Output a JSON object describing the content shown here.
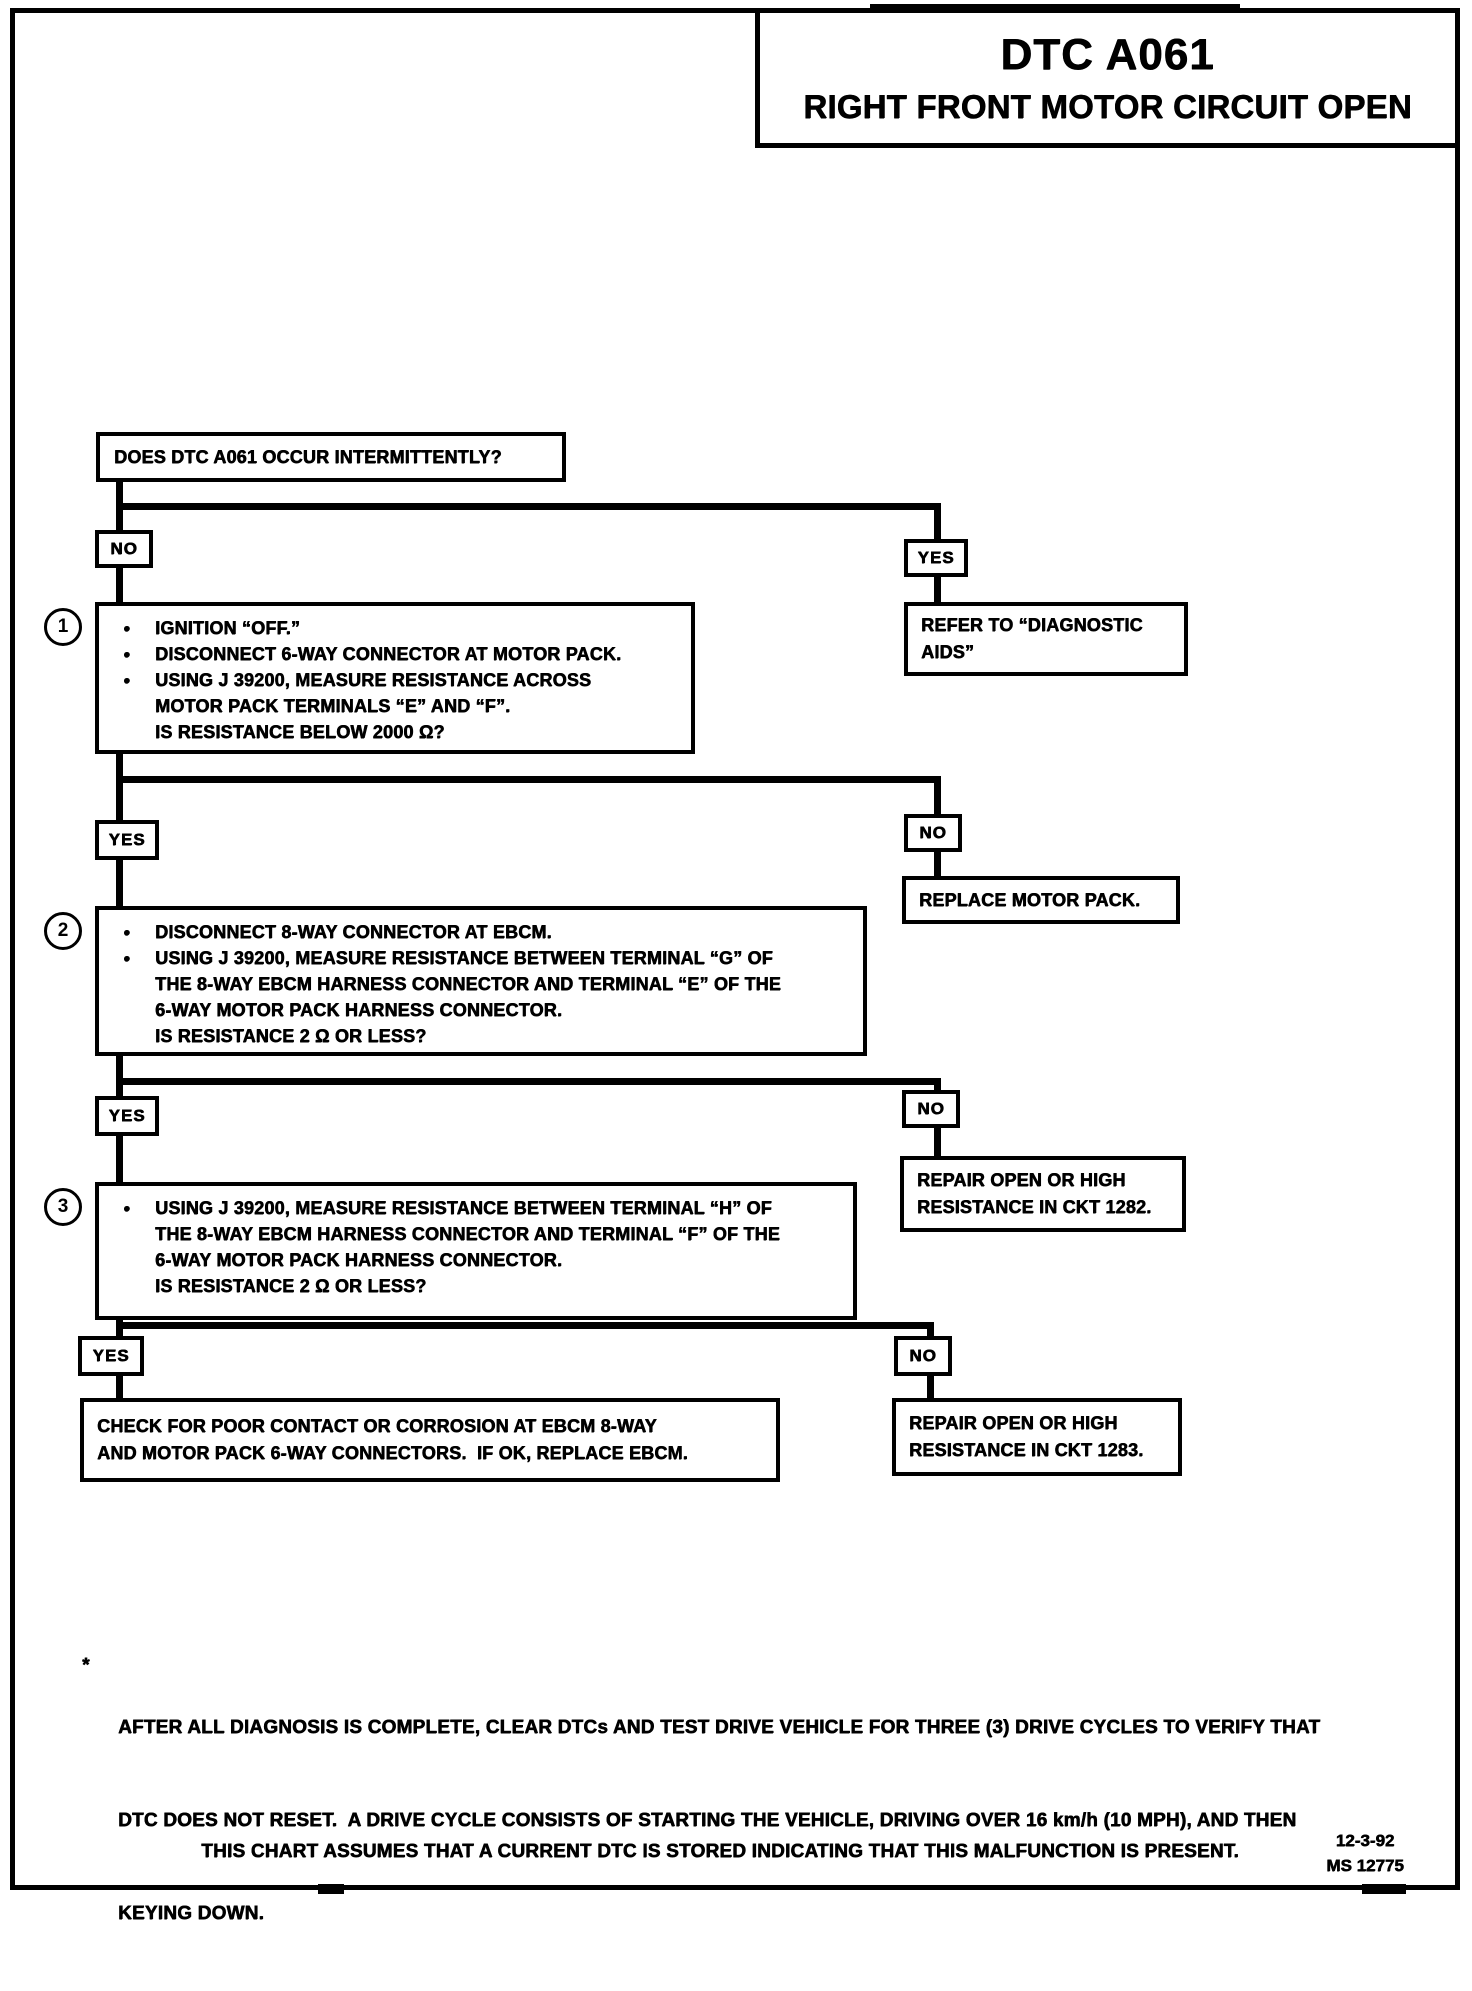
{
  "title": {
    "code": "DTC A061",
    "name": "RIGHT FRONT MOTOR CIRCUIT OPEN"
  },
  "labels": {
    "yes": "YES",
    "no": "NO"
  },
  "question": "DOES DTC A061 OCCUR INTERMITTENTLY?",
  "steps": [
    {
      "number": "1",
      "lines": [
        {
          "bullet": "●",
          "text": "IGNITION “OFF.”"
        },
        {
          "bullet": "●",
          "text": "DISCONNECT 6-WAY CONNECTOR AT MOTOR PACK."
        },
        {
          "bullet": "●",
          "text": "USING J 39200, MEASURE RESISTANCE ACROSS"
        },
        {
          "bullet": "",
          "text": "MOTOR PACK TERMINALS “E” AND “F”."
        },
        {
          "bullet": "",
          "text": "IS RESISTANCE BELOW 2000 Ω?"
        }
      ]
    },
    {
      "number": "2",
      "lines": [
        {
          "bullet": "●",
          "text": "DISCONNECT 8-WAY CONNECTOR AT EBCM."
        },
        {
          "bullet": "●",
          "text": "USING J 39200, MEASURE RESISTANCE BETWEEN TERMINAL “G” OF"
        },
        {
          "bullet": "",
          "text": "THE 8-WAY EBCM HARNESS CONNECTOR AND TERMINAL “E” OF THE"
        },
        {
          "bullet": "",
          "text": "6-WAY MOTOR PACK HARNESS CONNECTOR."
        },
        {
          "bullet": "",
          "text": "IS RESISTANCE 2 Ω OR LESS?"
        }
      ]
    },
    {
      "number": "3",
      "lines": [
        {
          "bullet": "●",
          "text": "USING J 39200, MEASURE RESISTANCE BETWEEN TERMINAL “H” OF"
        },
        {
          "bullet": "",
          "text": "THE 8-WAY EBCM HARNESS CONNECTOR AND TERMINAL “F” OF THE"
        },
        {
          "bullet": "",
          "text": "6-WAY MOTOR PACK HARNESS CONNECTOR."
        },
        {
          "bullet": "",
          "text": "IS RESISTANCE 2 Ω OR LESS?"
        }
      ]
    }
  ],
  "outcomes": {
    "refer": {
      "line1": "REFER TO “DIAGNOSTIC",
      "line2": "AIDS”"
    },
    "replace": {
      "line1": "REPLACE MOTOR PACK."
    },
    "repair_1282": {
      "line1": "REPAIR OPEN OR HIGH",
      "line2": "RESISTANCE IN CKT 1282."
    },
    "check_ebcm": {
      "line1": "CHECK FOR POOR CONTACT OR CORROSION AT EBCM 8-WAY",
      "line2": "AND MOTOR PACK 6-WAY CONNECTORS.  IF OK, REPLACE EBCM."
    },
    "repair_1283": {
      "line1": "REPAIR OPEN OR HIGH",
      "line2": "RESISTANCE IN CKT 1283."
    }
  },
  "footnote": {
    "marker": "*",
    "line1": "AFTER ALL DIAGNOSIS IS COMPLETE, CLEAR DTCs AND TEST DRIVE VEHICLE FOR THREE (3) DRIVE CYCLES TO VERIFY THAT",
    "line2": "DTC DOES NOT RESET.  A DRIVE CYCLE CONSISTS OF STARTING THE VEHICLE, DRIVING OVER 16 km/h (10 MPH), AND THEN",
    "line3": "KEYING DOWN."
  },
  "footer": {
    "note": "THIS CHART ASSUMES THAT A CURRENT DTC IS STORED INDICATING THAT THIS MALFUNCTION IS PRESENT.",
    "date": "12-3-92",
    "doc_id": "MS 12775"
  }
}
